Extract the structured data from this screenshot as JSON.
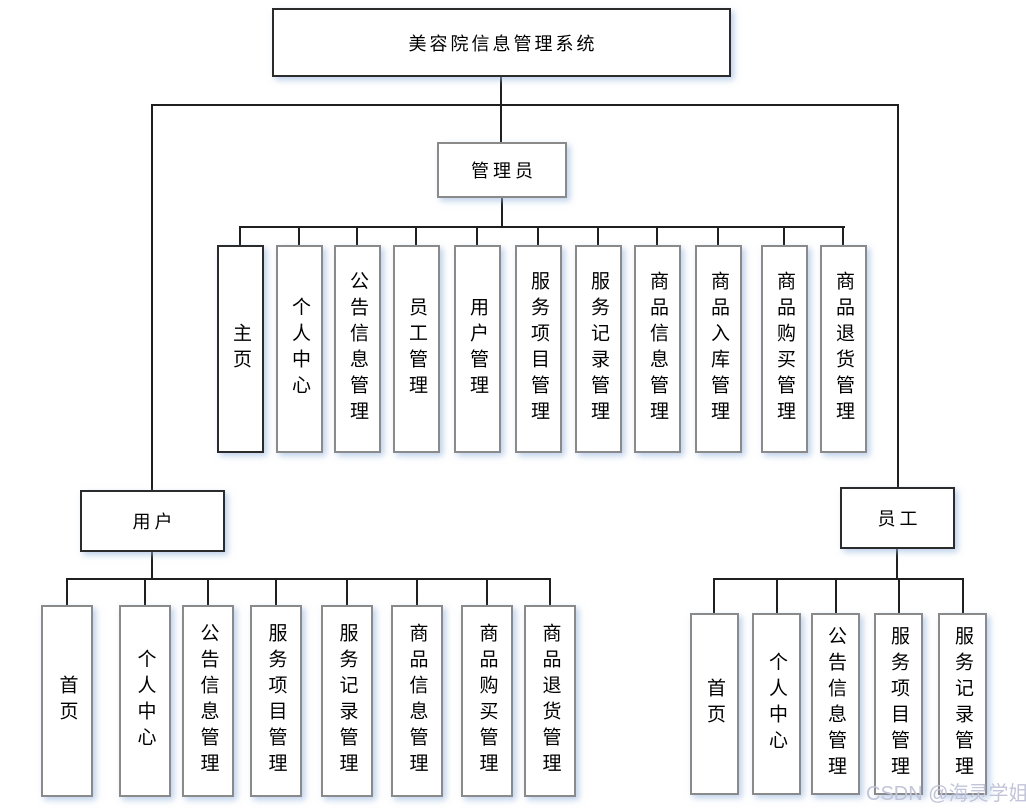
{
  "diagram": {
    "root": {
      "label": "美容院信息管理系统"
    },
    "branches": [
      {
        "label": "管理员",
        "children": [
          "主页",
          "个人中心",
          "公告信息管理",
          "员工管理",
          "用户管理",
          "服务项目管理",
          "服务记录管理",
          "商品信息管理",
          "商品入库管理",
          "商品购买管理",
          "商品退货管理"
        ]
      },
      {
        "label": "用户",
        "children": [
          "首页",
          "个人中心",
          "公告信息管理",
          "服务项目管理",
          "服务记录管理",
          "商品信息管理",
          "商品购买管理",
          "商品退货管理"
        ]
      },
      {
        "label": "员工",
        "children": [
          "首页",
          "个人中心",
          "公告信息管理",
          "服务项目管理",
          "服务记录管理"
        ]
      }
    ]
  },
  "watermark": "CSDN @海灵学姐",
  "colors": {
    "background": "#ffffff",
    "line": "#1f1f1f",
    "border_dark": "#2b2b2b",
    "border_gray": "#8a8a8a",
    "shadow_blue": "#cfe0f2",
    "text": "#000000",
    "watermark": "#c2c4da"
  }
}
